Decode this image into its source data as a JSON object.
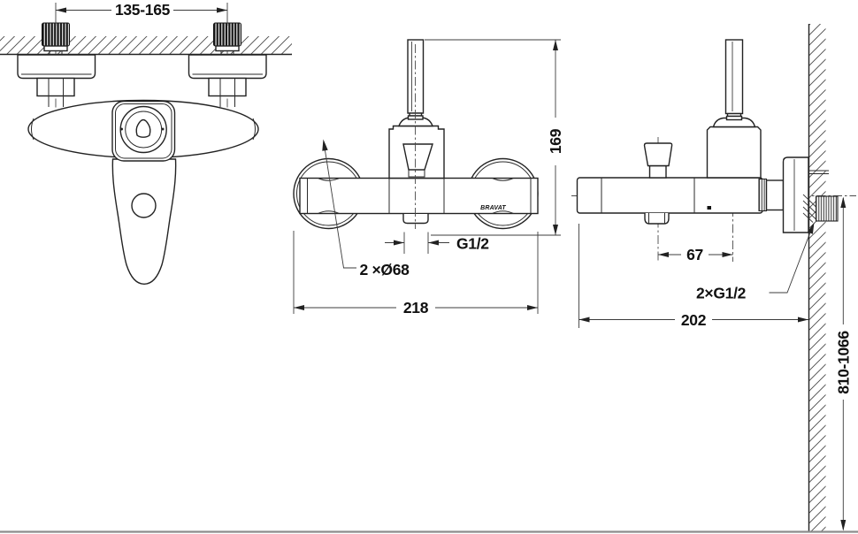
{
  "drawing": {
    "brand_logo": "BRAVAT",
    "dims": {
      "mount_spacing": "135-165",
      "overall_height": "169",
      "shower_outlet_thread": "G1/2",
      "escutcheon_diameter": "2 ×Ø68",
      "overall_width": "218",
      "handle_to_diverter_offset": "67",
      "inlet_thread": "2×G1/2",
      "overall_depth": "202",
      "install_height_range": "810-1066"
    }
  }
}
